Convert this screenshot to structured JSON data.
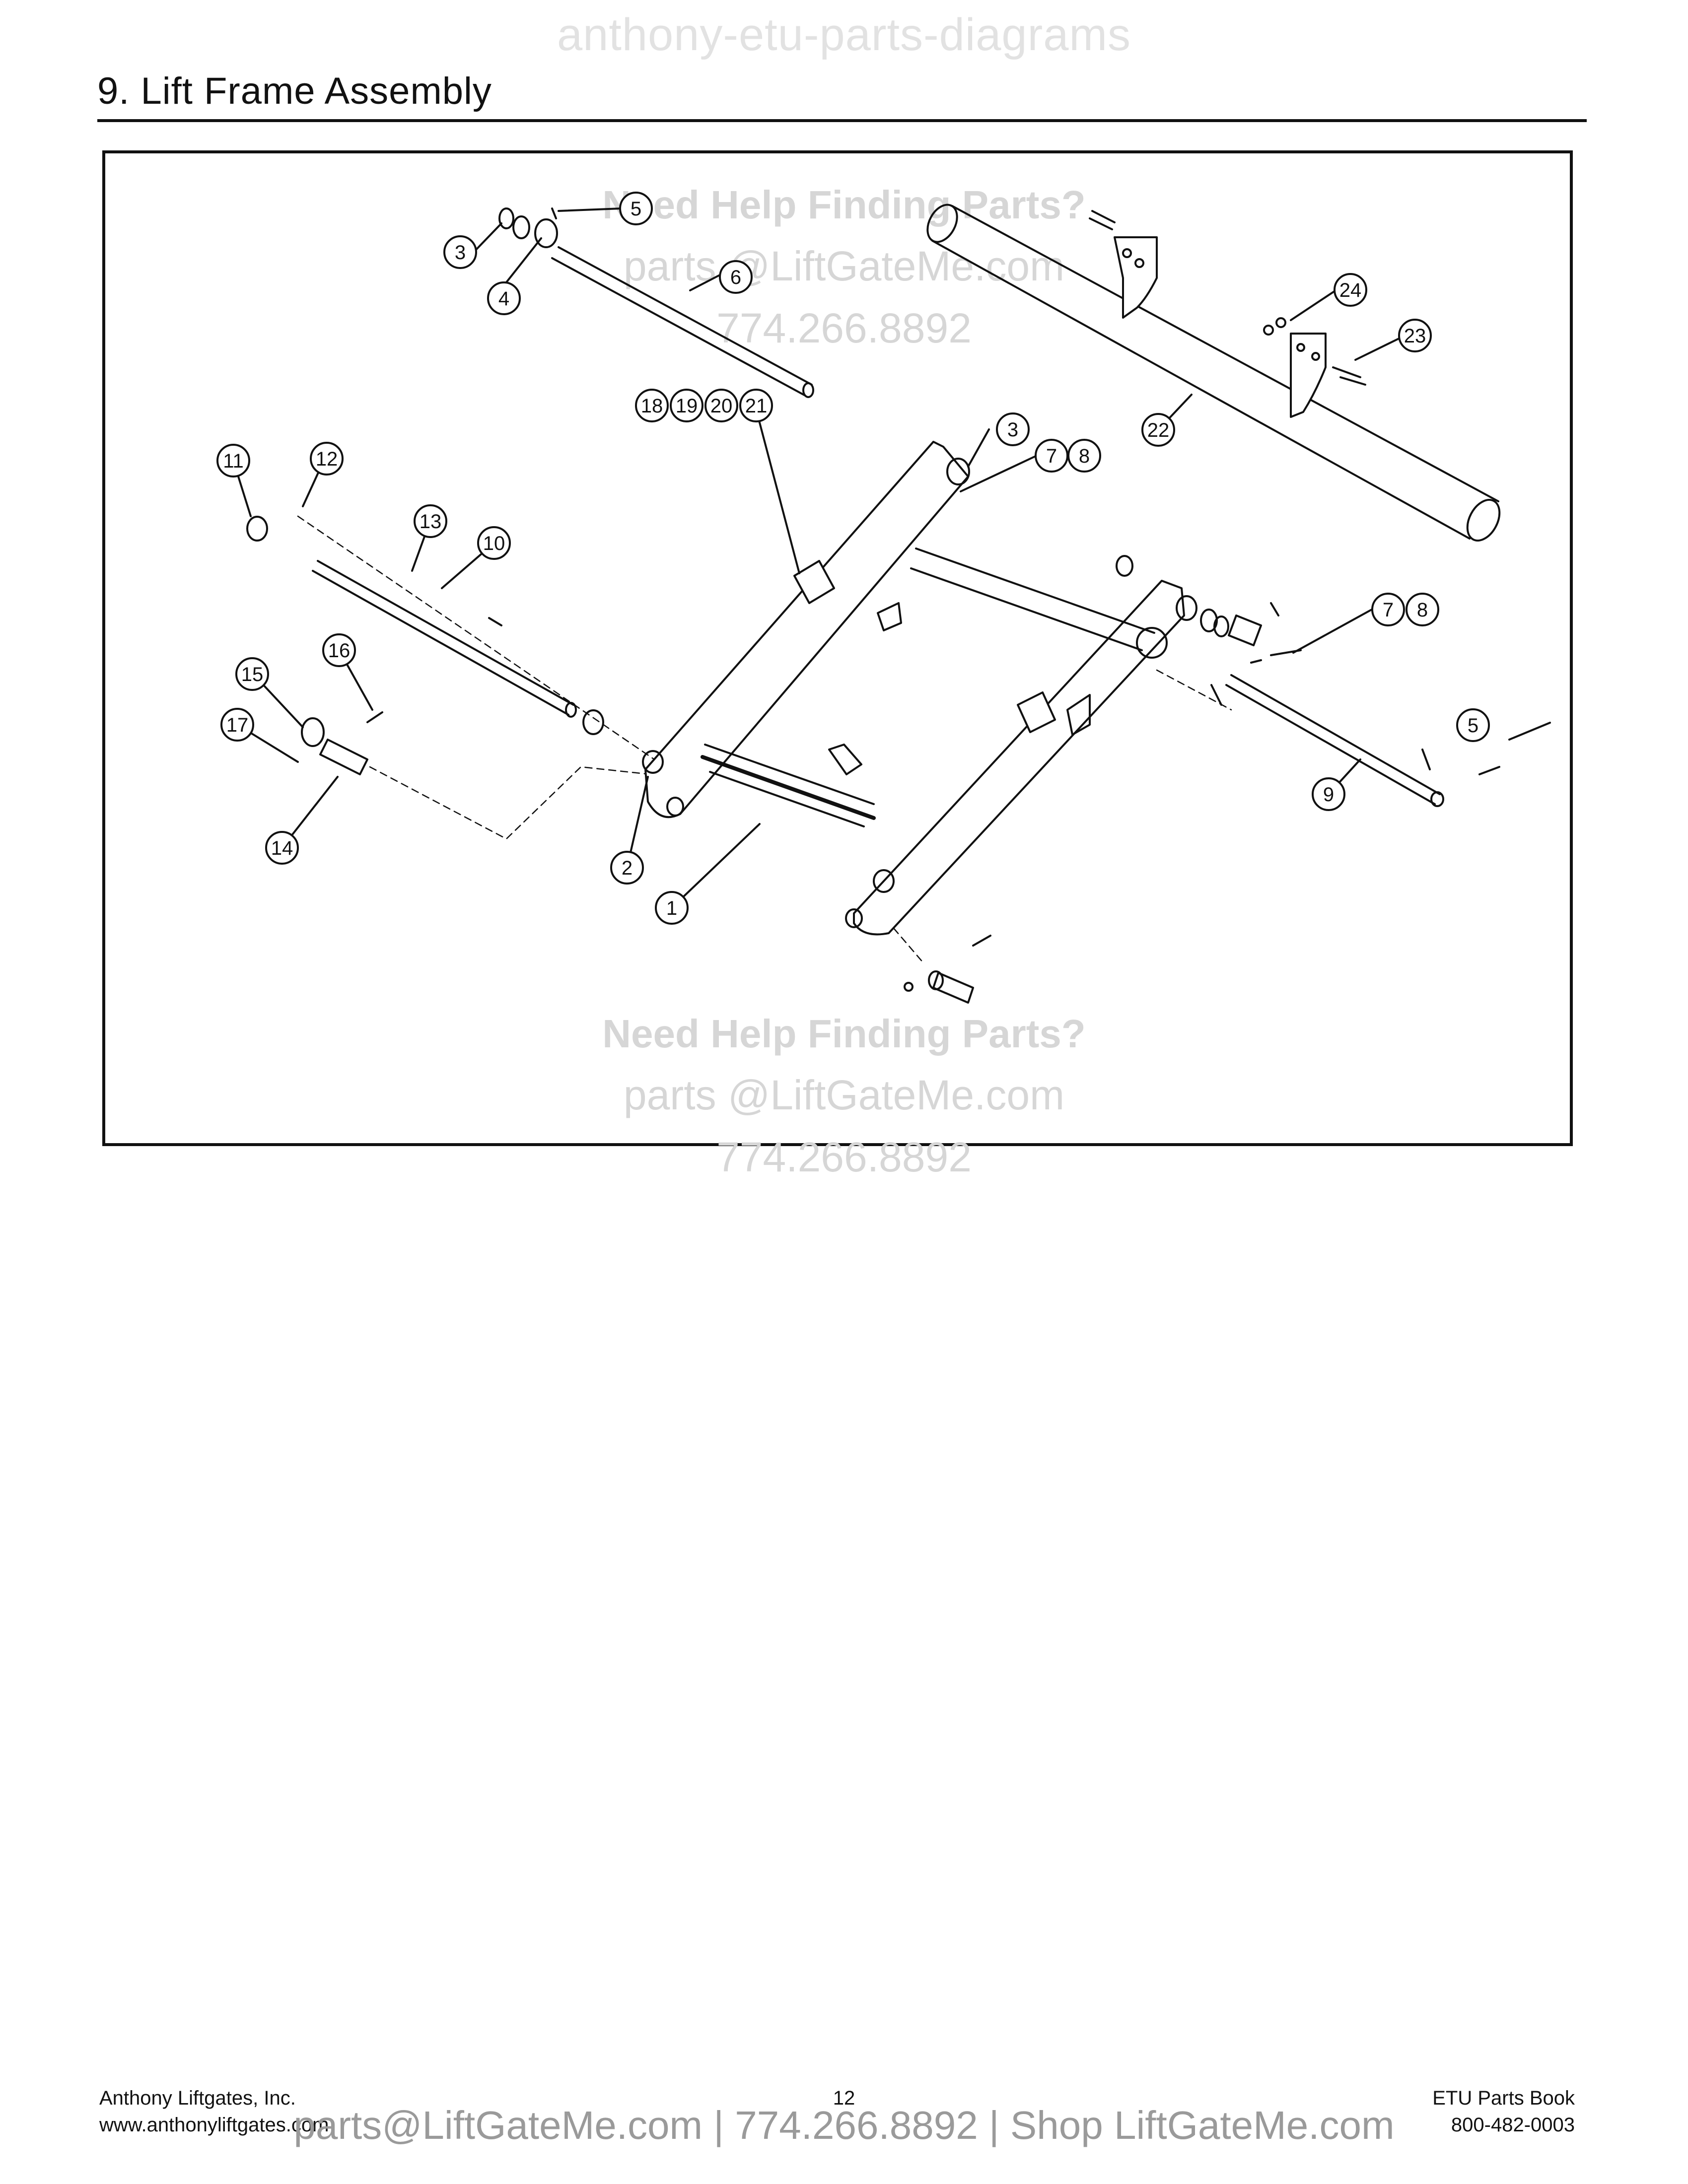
{
  "header": {
    "watermark": "anthony-etu-parts-diagrams",
    "section_title": "9.  Lift Frame Assembly"
  },
  "diagram": {
    "watermarks": [
      {
        "heading": "Need Help Finding Parts?",
        "email": "parts @LiftGateMe.com",
        "phone": "774.266.8892"
      },
      {
        "heading": "Need Help Finding Parts?",
        "email": "parts @LiftGateMe.com",
        "phone": "774.266.8892"
      }
    ],
    "callouts": {
      "c1": "1",
      "c2": "2",
      "c3a": "3",
      "c3b": "3",
      "c4": "4",
      "c5a": "5",
      "c5b": "5",
      "c6": "6",
      "c7a": "7",
      "c8a": "8",
      "c7b": "7",
      "c8b": "8",
      "c9": "9",
      "c10": "10",
      "c11": "11",
      "c12": "12",
      "c13": "13",
      "c14": "14",
      "c15": "15",
      "c16": "16",
      "c17": "17",
      "c18": "18",
      "c19": "19",
      "c20": "20",
      "c21": "21",
      "c22": "22",
      "c23": "23",
      "c24": "24"
    }
  },
  "footer": {
    "company": "Anthony Liftgates, Inc.",
    "website": "www.anthonyliftgates.com",
    "page_number": "12",
    "book_title": "ETU Parts Book",
    "phone": "800-482-0003",
    "banner": "parts@LiftGateMe.com | 774.266.8892 | Shop LiftGateMe.com"
  }
}
